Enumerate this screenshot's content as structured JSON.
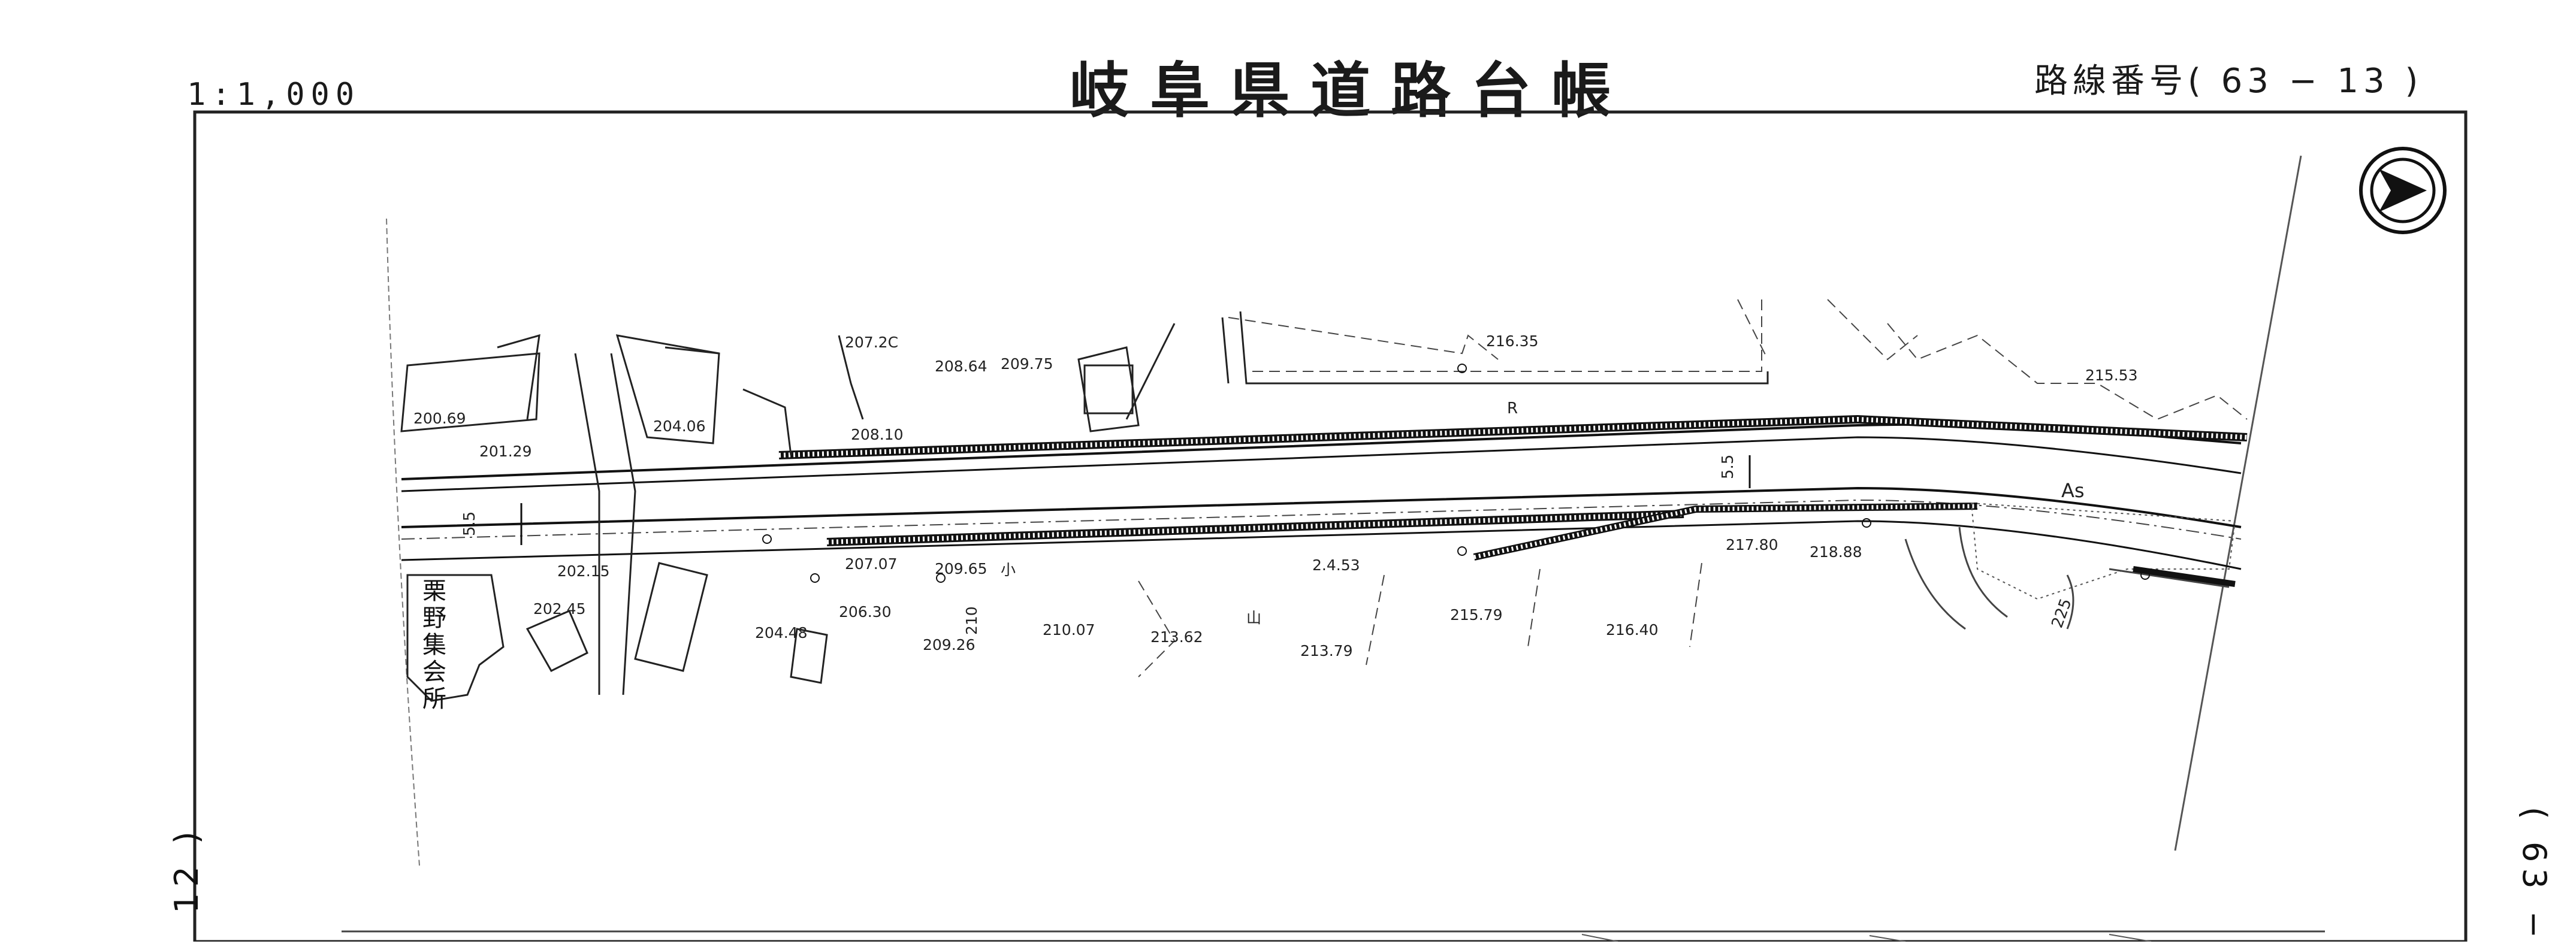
{
  "header": {
    "scale": "1:1,000",
    "title": "岐阜県道路台帳",
    "route_number": "路線番号( 63 − 13 )"
  },
  "edges": {
    "left": "12 )",
    "right": "( 63 −"
  },
  "map": {
    "north_arrow": "north-arrow",
    "surface_label": "As",
    "wall_label": "R",
    "width_marks": [
      "5.5",
      "5.5"
    ],
    "contour_label": "225",
    "facility_label": "栗野集会所",
    "elevations": [
      "200.69",
      "201.29",
      "207.2C",
      "204.06",
      "208.64",
      "209.75",
      "208.10",
      "216.35",
      "215.53",
      "202.15",
      "202.45",
      "207.07",
      "209.65",
      "206.30",
      "204.48",
      "209.26",
      "210.07",
      "213.62",
      "2.4.53",
      "213.79",
      "215.79",
      "216.40",
      "217.80",
      "218.88"
    ],
    "misc_marks": [
      "小",
      "山",
      "210"
    ]
  }
}
